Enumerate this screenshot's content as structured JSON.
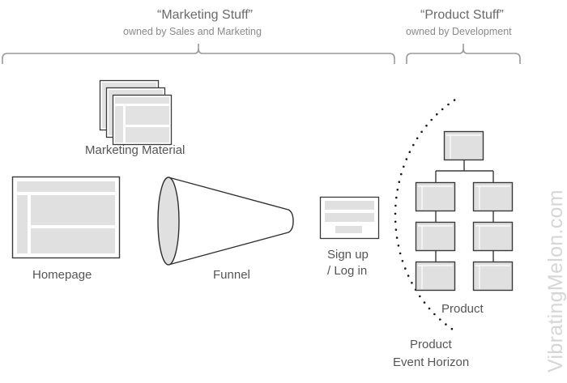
{
  "groups": {
    "marketing": {
      "title": "“Marketing Stuff”",
      "owner": "owned by Sales and Marketing"
    },
    "product": {
      "title": "“Product Stuff”",
      "owner": "owned by Development"
    }
  },
  "nodes": {
    "marketing_material": {
      "label": "Marketing Material",
      "icon": "stacked-pages-icon"
    },
    "homepage": {
      "label": "Homepage",
      "icon": "webpage-layout-icon"
    },
    "funnel": {
      "label": "Funnel",
      "icon": "funnel-cone-icon"
    },
    "signup": {
      "label_line1": "Sign up",
      "label_line2": "/ Log in",
      "icon": "form-page-icon"
    },
    "product": {
      "label": "Product",
      "icon": "page-tree-icon"
    }
  },
  "event_horizon": {
    "label_line1": "Product",
    "label_line2": "Event Horizon",
    "style": "dotted-arc"
  },
  "watermark": "VibratingMelon.com",
  "colors": {
    "stroke": "#3a3a3a",
    "fill": "#e0e0e0",
    "bracket": "#9a9a9a",
    "text": "#555555",
    "subtext": "#8a8a8a",
    "watermark": "#d6d6d6"
  }
}
